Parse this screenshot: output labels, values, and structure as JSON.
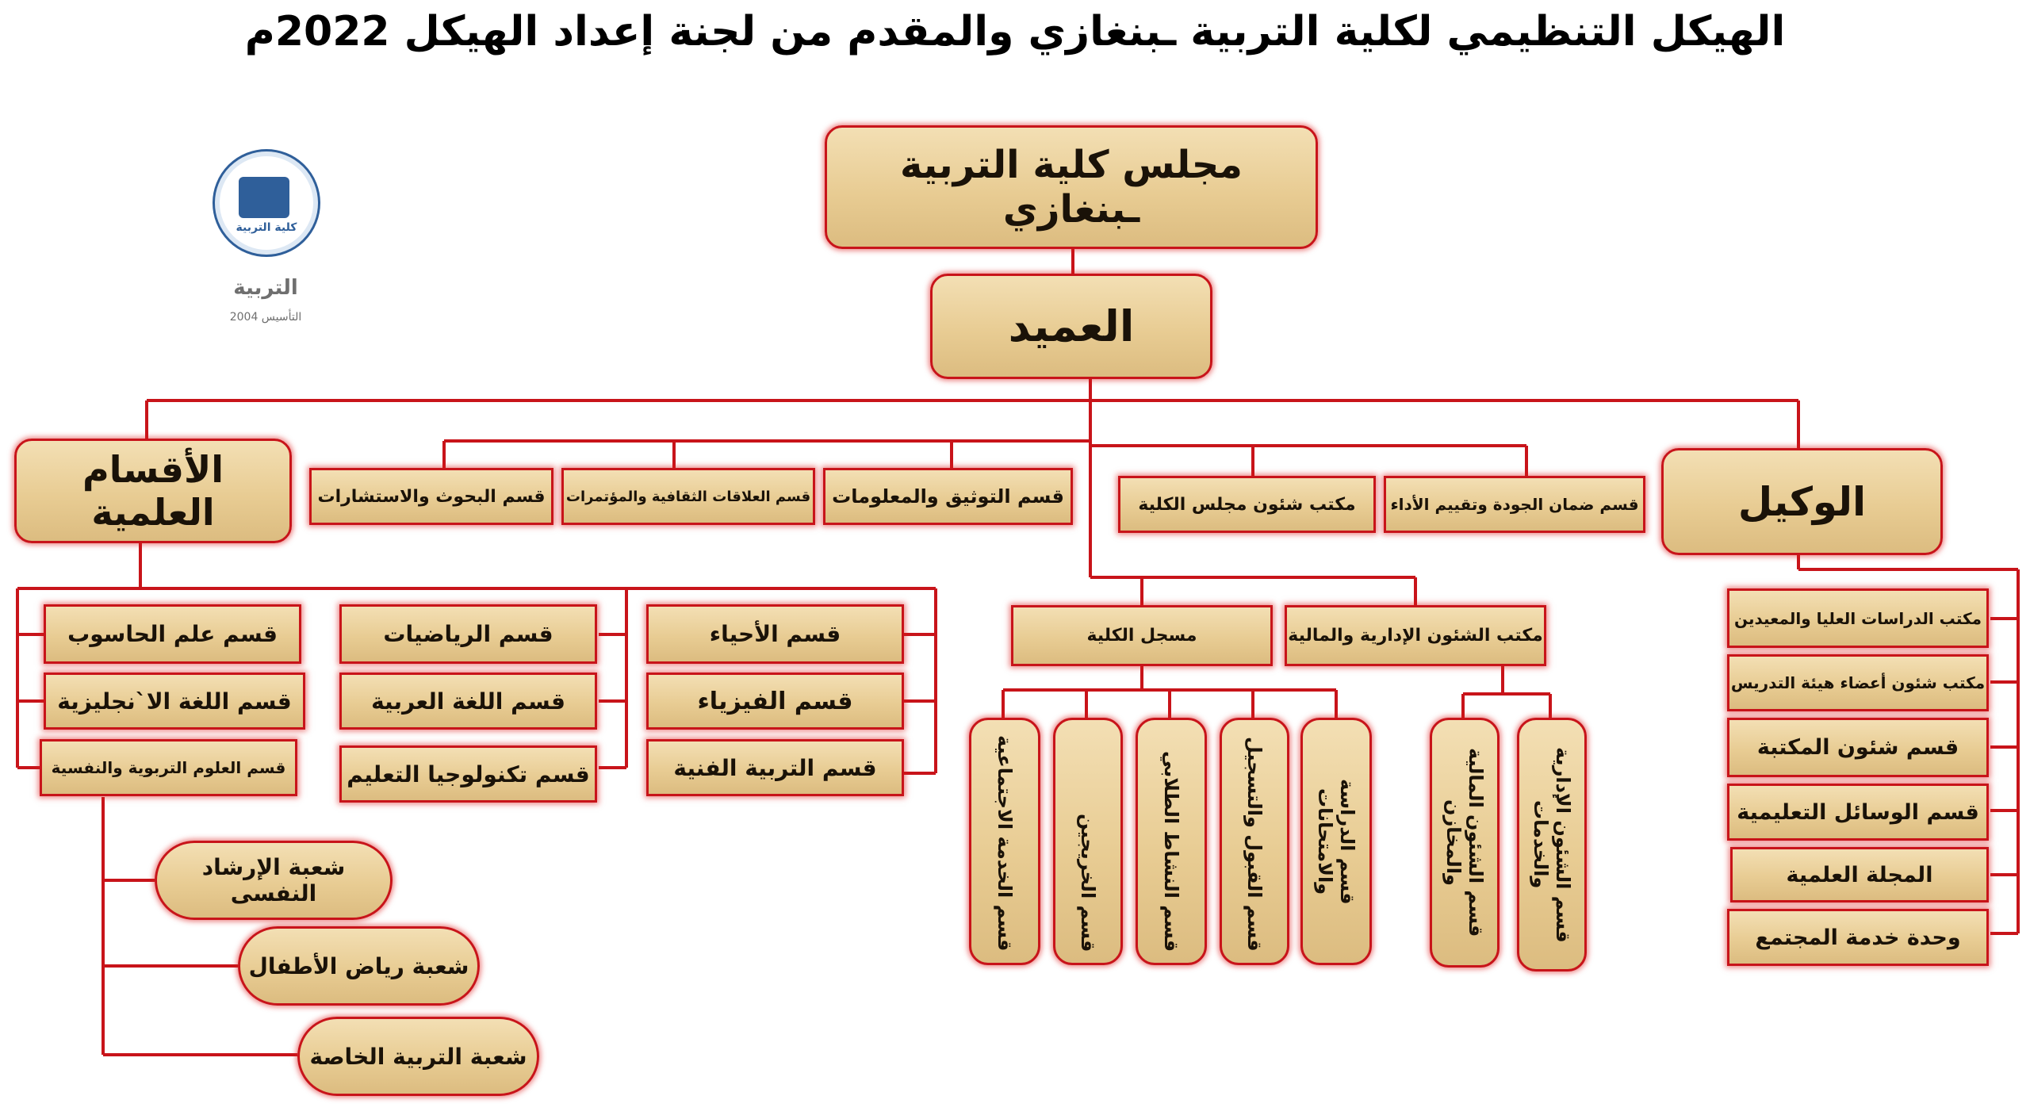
{
  "title": "الهيكل التنظيمي لكلية التربية ـبنغازي والمقدم من لجنة إعداد الهيكل 2022م",
  "logo": {
    "ring_text": "كلية التربية",
    "caption": "التربية",
    "subcaption": "التأسيس 2004"
  },
  "colors": {
    "box_border": "#c8141a",
    "box_fill": "#e8cc93",
    "line": "#c8141a"
  },
  "top": {
    "council": "مجلس كلية التربية ـبنغازي",
    "dean": "العميد"
  },
  "vice": {
    "label": "الوكيل",
    "items": [
      "مكتب الدراسات العليا والمعيدين",
      "مكتب شئون أعضاء هيئة التدريس",
      "قسم شئون المكتبة",
      "قسم الوسائل التعليمية",
      "المجلة العلمية",
      "وحدة خدمة المجتمع"
    ]
  },
  "dean_units": {
    "quality": "قسم ضمان الجودة وتقييم الأداء",
    "council_office": "مكتب شئون مجلس الكلية",
    "documentation": "قسم التوثيق والمعلومات",
    "relations": "قسم العلاقات الثقافية والمؤتمرات",
    "research": "قسم البحوث والاستشارات"
  },
  "admin_office": {
    "label": "مكتب الشئون الإدارية والمالية",
    "subs": [
      "قسم الشئون الإدارية والخدمات",
      "قسم الشئون المالية والمخازن"
    ]
  },
  "registrar": {
    "label": "مسجل الكلية",
    "subs": [
      "قسم الدراسة والامتحانات",
      "قسم القبول والتسجيل",
      "قسم النشاط الطلابي",
      "قسم الخريجين",
      "قسم الخدمة الاجتماعية"
    ]
  },
  "academic": {
    "label": "الأقسام العلمية",
    "col1": [
      "قسم الأحياء",
      "قسم الفيزياء",
      "قسم التربية الفنية"
    ],
    "col2": [
      "قسم الرياضيات",
      "قسم اللغة العربية",
      "قسم تكنولوجيا التعليم"
    ],
    "col3": [
      "قسم علم الحاسوب",
      "قسم اللغة الا`نجليزية",
      "قسم العلوم التربوية والنفسية"
    ],
    "branches": [
      "شعبة الإرشاد النفسى",
      "شعبة رياض الأطفال",
      "شعبة التربية الخاصة"
    ]
  }
}
